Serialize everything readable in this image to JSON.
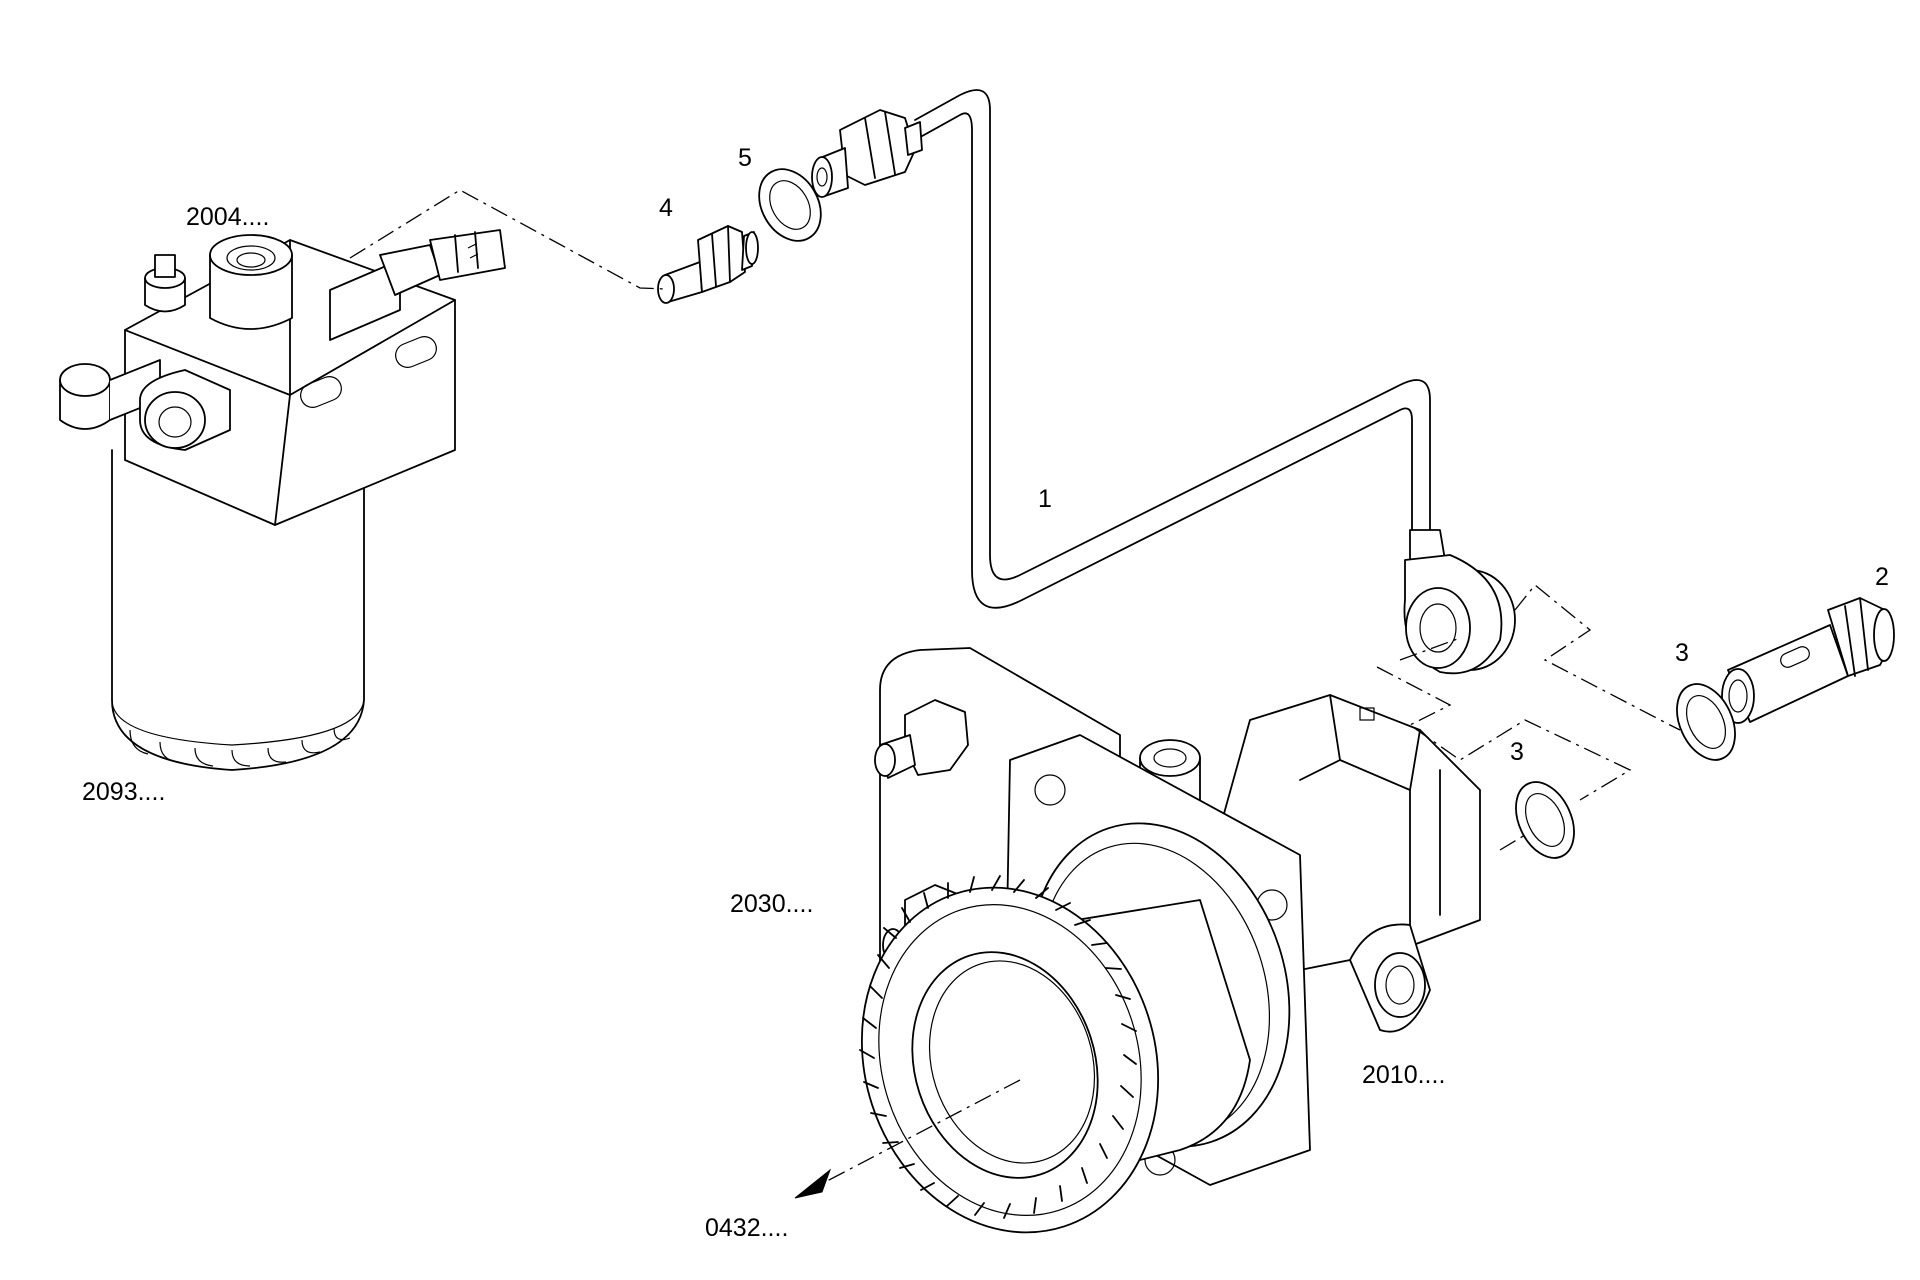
{
  "labels": {
    "part_1": "1",
    "part_2": "2",
    "part_3a": "3",
    "part_3b": "3",
    "part_4": "4",
    "part_5": "5",
    "ref_2004": "2004....",
    "ref_2093": "2093....",
    "ref_2030": "2030....",
    "ref_2010": "2010....",
    "ref_0432": "0432...."
  },
  "colors": {
    "line": "#000000",
    "background": "#ffffff"
  }
}
